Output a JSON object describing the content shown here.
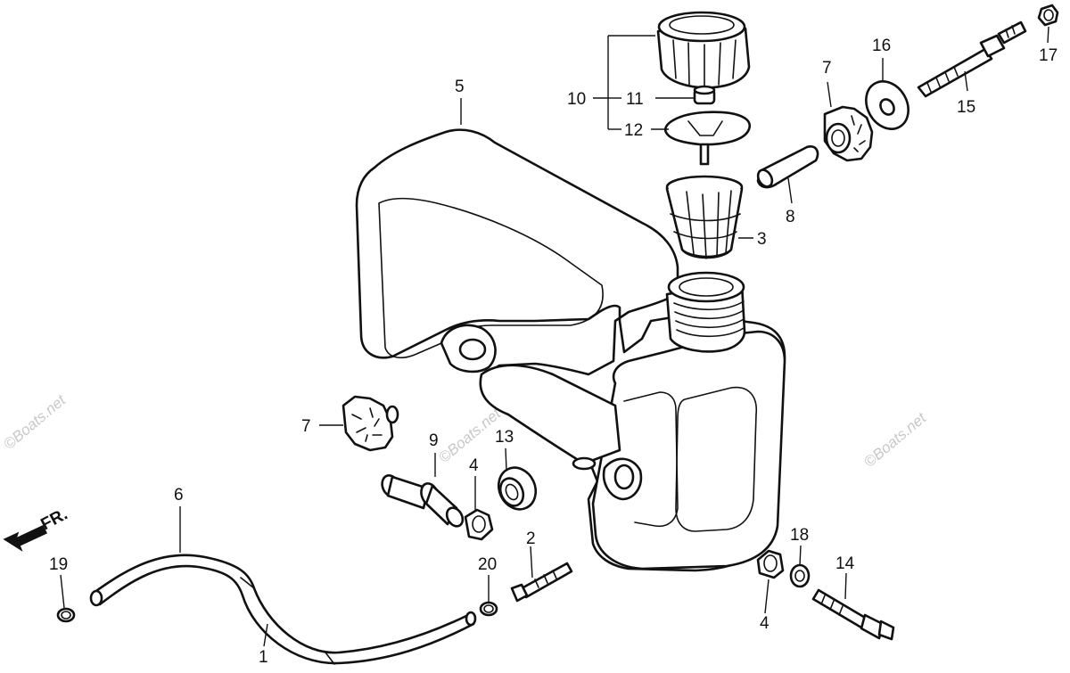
{
  "diagram": {
    "direction_label": "FR.",
    "watermark": "©Boats.net",
    "callouts": {
      "c1": "1",
      "c2": "2",
      "c3": "3",
      "c4a": "4",
      "c4b": "4",
      "c5": "5",
      "c6": "6",
      "c7a": "7",
      "c7b": "7",
      "c8": "8",
      "c9": "9",
      "c10": "10",
      "c11": "11",
      "c12": "12",
      "c13": "13",
      "c14": "14",
      "c15": "15",
      "c16": "16",
      "c17": "17",
      "c18": "18",
      "c19": "19",
      "c20": "20"
    }
  }
}
